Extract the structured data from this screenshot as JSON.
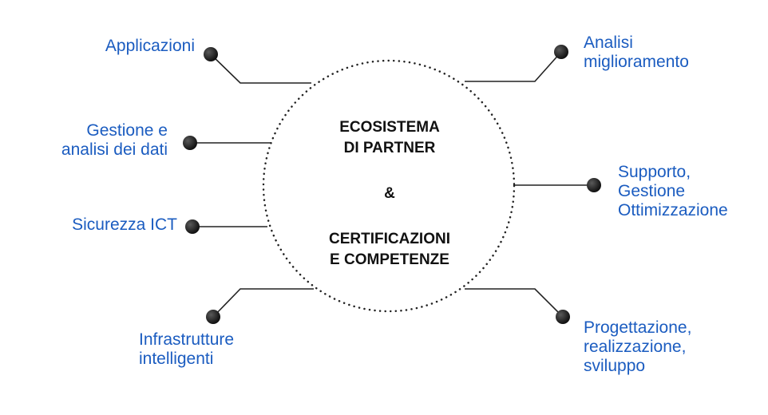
{
  "center": {
    "line1": "ECOSISTEMA",
    "line2": "DI PARTNER",
    "amp": "&",
    "line3": "CERTIFICAZIONI",
    "line4": "E COMPETENZE"
  },
  "left_nodes": [
    {
      "lines": [
        "Applicazioni"
      ]
    },
    {
      "lines": [
        "Gestione e",
        "analisi dei dati"
      ]
    },
    {
      "lines": [
        "Sicurezza ICT"
      ]
    },
    {
      "lines": [
        "Infrastrutture",
        "intelligenti"
      ]
    }
  ],
  "right_nodes": [
    {
      "lines": [
        "Analisi",
        "miglioramento"
      ]
    },
    {
      "lines": [
        "Supporto,",
        "Gestione",
        "Ottimizzazione"
      ]
    },
    {
      "lines": [
        "Progettazione,",
        "realizzazione,",
        "sviluppo"
      ]
    }
  ],
  "colors": {
    "label": "#1b5cc0",
    "center_text": "#111111",
    "connector": "#222222",
    "dot": "#1a1a1a"
  }
}
